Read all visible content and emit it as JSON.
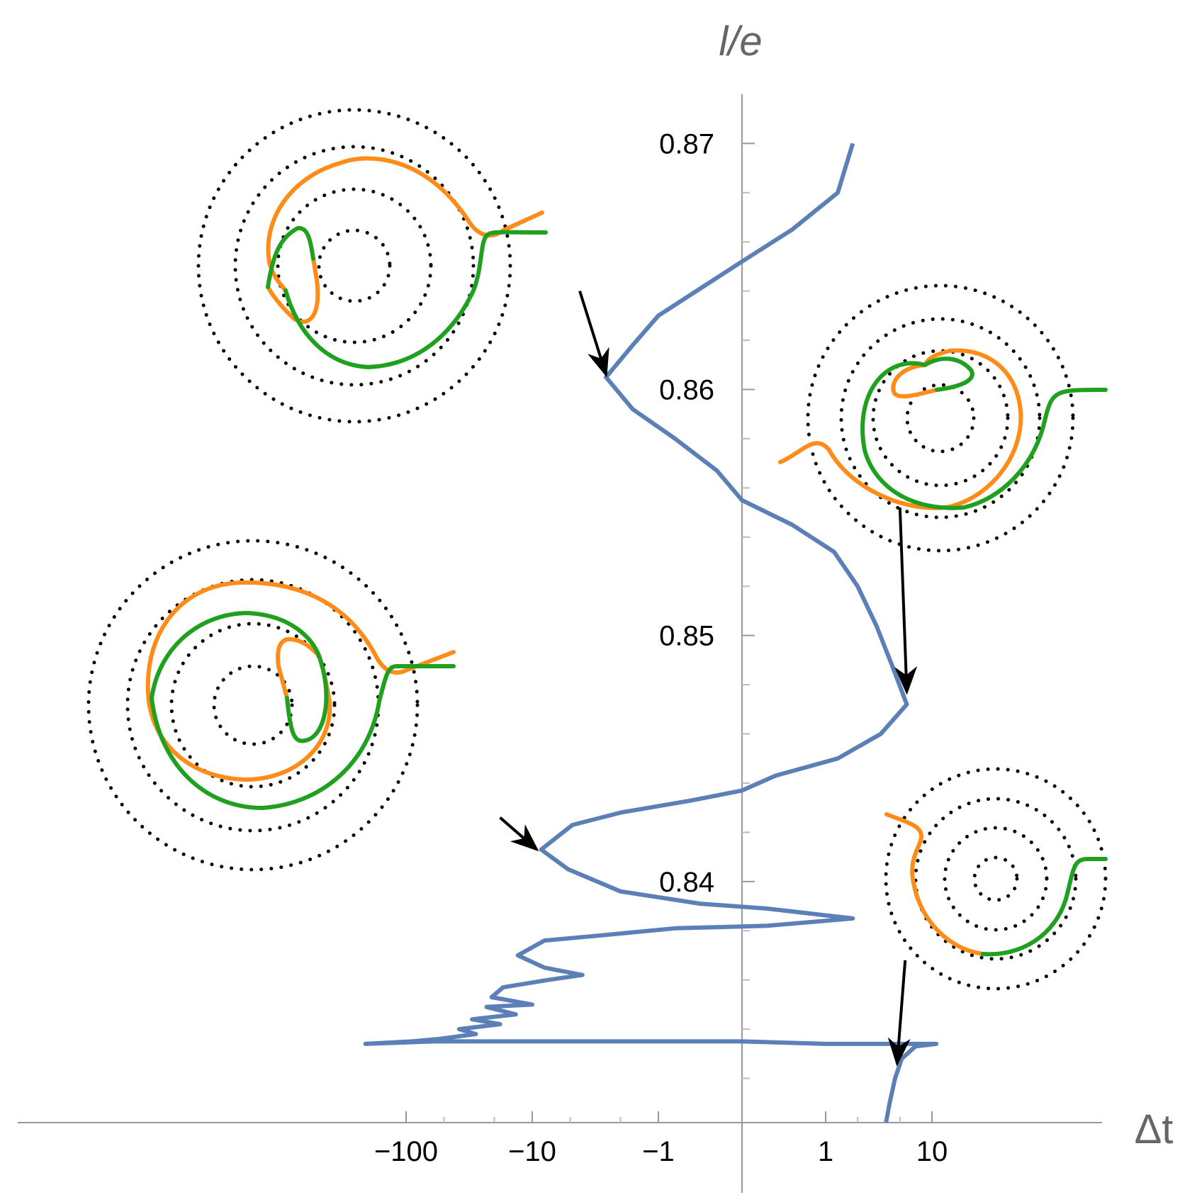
{
  "chart_data": {
    "type": "line",
    "xlabel": "Δt",
    "ylabel": "l/e",
    "x_scale": "symlog",
    "x_ticks": [
      {
        "value": -100,
        "label": "−100"
      },
      {
        "value": -10,
        "label": "−10"
      },
      {
        "value": -1,
        "label": "−1"
      },
      {
        "value": 1,
        "label": "1"
      },
      {
        "value": 10,
        "label": "10"
      }
    ],
    "y_ticks": [
      {
        "value": 0.84,
        "label": "0.84"
      },
      {
        "value": 0.85,
        "label": "0.85"
      },
      {
        "value": 0.86,
        "label": "0.86"
      },
      {
        "value": 0.87,
        "label": "0.87"
      }
    ],
    "ylim": [
      0.8302,
      0.872
    ],
    "series": [
      {
        "color": "#5b80b8",
        "points": [
          [
            1.8,
            0.87
          ],
          [
            1.3,
            0.868
          ],
          [
            0.6,
            0.8665
          ],
          [
            0.0,
            0.8652
          ],
          [
            -0.5,
            0.8641
          ],
          [
            -1.0,
            0.863
          ],
          [
            -1.6,
            0.8618
          ],
          [
            -2.6,
            0.8605
          ],
          [
            -1.6,
            0.8592
          ],
          [
            -0.8,
            0.858
          ],
          [
            -0.3,
            0.8567
          ],
          [
            0.0,
            0.8555
          ],
          [
            0.6,
            0.8545
          ],
          [
            1.2,
            0.8534
          ],
          [
            2.0,
            0.852
          ],
          [
            3.0,
            0.8504
          ],
          [
            4.2,
            0.8488
          ],
          [
            5.8,
            0.8472
          ],
          [
            3.3,
            0.846
          ],
          [
            1.3,
            0.845
          ],
          [
            0.4,
            0.8443
          ],
          [
            0.0,
            0.8437
          ],
          [
            -0.6,
            0.8433
          ],
          [
            -2.0,
            0.8428
          ],
          [
            -4.8,
            0.8423
          ],
          [
            -8.5,
            0.8413
          ],
          [
            -5.2,
            0.8405
          ],
          [
            -2.0,
            0.8396
          ],
          [
            -0.5,
            0.8391
          ],
          [
            0.3,
            0.8389
          ],
          [
            1.8,
            0.8385
          ],
          [
            0.3,
            0.8382
          ],
          [
            -0.8,
            0.8381
          ],
          [
            -3.0,
            0.8378
          ],
          [
            -8.0,
            0.8376
          ],
          [
            -13.0,
            0.837
          ],
          [
            -8.0,
            0.8365
          ],
          [
            -4.0,
            0.8362
          ],
          [
            -7.5,
            0.836
          ],
          [
            -17.0,
            0.8357
          ],
          [
            -21.0,
            0.8353
          ],
          [
            -10.0,
            0.835
          ],
          [
            -23.0,
            0.8349
          ],
          [
            -13.5,
            0.8346
          ],
          [
            -30.0,
            0.8344
          ],
          [
            -18.0,
            0.8342
          ],
          [
            -38.0,
            0.834
          ],
          [
            -28.0,
            0.8338
          ],
          [
            -55.0,
            0.8336
          ],
          [
            -90.0,
            0.8335
          ],
          [
            -210.0,
            0.8334
          ],
          [
            -60.0,
            0.8335
          ],
          [
            -20.0,
            0.8335
          ],
          [
            -1.0,
            0.8335
          ],
          [
            0.0,
            0.8335
          ],
          [
            1.0,
            0.8334
          ],
          [
            5.0,
            0.8334
          ],
          [
            11.0,
            0.8334
          ],
          [
            7.0,
            0.8333
          ],
          [
            5.2,
            0.8328
          ],
          [
            4.5,
            0.832
          ],
          [
            4.0,
            0.831
          ],
          [
            3.7,
            0.8302
          ]
        ]
      }
    ],
    "annotations": [
      {
        "type": "arrow",
        "from": [
          -4.2,
          0.864
        ],
        "to": [
          -2.6,
          0.8606
        ]
      },
      {
        "type": "arrow",
        "from": [
          5.0,
          0.8552
        ],
        "to": [
          5.8,
          0.8477
        ]
      },
      {
        "type": "arrow",
        "from": [
          -18.0,
          0.8426
        ],
        "to": [
          -9.2,
          0.8413
        ]
      },
      {
        "type": "arrow",
        "from": [
          5.6,
          0.8368
        ],
        "to": [
          4.7,
          0.8326
        ]
      }
    ]
  },
  "insets": [
    {
      "name": "inset-top-left",
      "ring_count": 4,
      "colors": {
        "ring": "#000000",
        "orange": "#ff8c19",
        "green": "#1fa11f"
      }
    },
    {
      "name": "inset-top-right",
      "ring_count": 4
    },
    {
      "name": "inset-bottom-left",
      "ring_count": 4
    },
    {
      "name": "inset-bottom-right",
      "ring_count": 4
    }
  ]
}
